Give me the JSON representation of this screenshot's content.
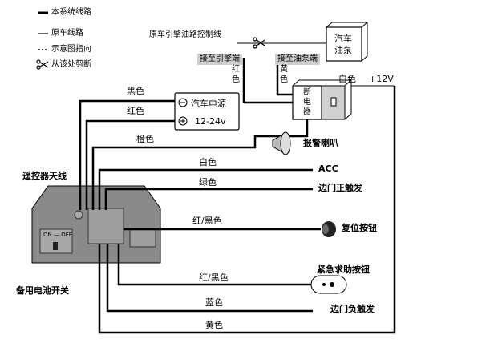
{
  "legend": {
    "this_system_wiring": "本系统线路",
    "original_wiring": "原车线路",
    "diagram_direction": "示意图指向",
    "cut_here": "从该处剪断"
  },
  "top": {
    "engine_control_line": "原车引擎油路控制线",
    "to_engine_end": "接至引擎端",
    "to_fuel_pump_end": "接至油泵端",
    "fuel_pump_box": "汽车\n油泵",
    "fuel_pump_line1": "汽车",
    "fuel_pump_line2": "油泵",
    "red_vertical": "红\n色",
    "red_v1": "红",
    "red_v2": "色",
    "yellow_vertical": "黄\n色",
    "yellow_v1": "黄",
    "yellow_v2": "色",
    "white_to_12v": "白色",
    "plus_12v": "+12V",
    "relay_label": "断电器",
    "relay_c1": "断",
    "relay_c2": "电",
    "relay_c3": "器"
  },
  "power": {
    "title": "汽车电源",
    "voltage": "12-24v",
    "black": "黑色",
    "red": "红色"
  },
  "wires": [
    {
      "color_name": "橙色",
      "target": "报警喇叭"
    },
    {
      "color_name": "白色",
      "target": "ACC"
    },
    {
      "color_name": "绿色",
      "target": "边门正触发"
    },
    {
      "color_name": "红/黑色",
      "target": "复位按钮"
    },
    {
      "color_name": "红/黑色",
      "target": "紧急求助按钮"
    },
    {
      "color_name": "蓝色",
      "target": "边门负触发"
    },
    {
      "color_name": "黄色",
      "target": ""
    }
  ],
  "unit": {
    "antenna": "遥控器天线",
    "on_off": "ON — OFF",
    "backup_switch": "备用电池开关"
  }
}
